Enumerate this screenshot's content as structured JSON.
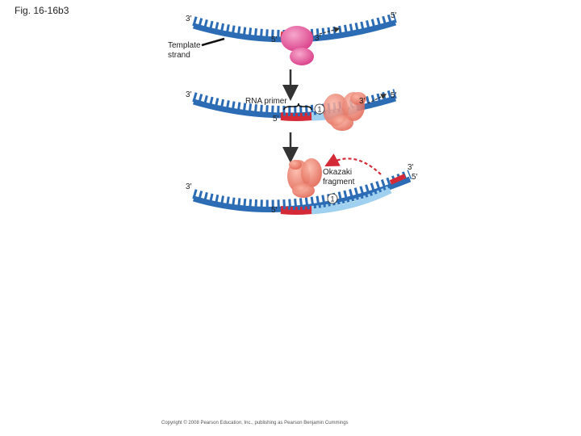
{
  "figure": {
    "title": "Fig. 16-16b3",
    "copyright": "Copyright © 2008 Pearson Education, Inc., publishing as Pearson Benjamin Cummings"
  },
  "panel1": {
    "left_end": "3′",
    "right_end": "5′",
    "primer_5": "5′",
    "primer_3": "3′",
    "template_label_line1": "Template",
    "template_label_line2": "strand"
  },
  "panel2": {
    "left_end": "3′",
    "right_end": "5′",
    "primer_5": "5′",
    "new_3": "3′",
    "rna_primer_label": "RNA primer",
    "step_number": "1"
  },
  "panel3": {
    "left_end": "3′",
    "primer_5": "5′",
    "right_end_3": "3′",
    "right_end_5": "5′",
    "okazaki_line1": "Okazaki",
    "okazaki_line2": "fragment",
    "step_number": "1"
  },
  "colors": {
    "template_blue": "#2b6cb5",
    "new_dna_light_blue": "#9fd0ef",
    "rna_primer_red": "#d42a38",
    "primase_pink": "#e8559a",
    "polymerase_salmon": "#ef7f70",
    "arrow_dark": "#333333",
    "dashed_red": "#d42a38"
  }
}
